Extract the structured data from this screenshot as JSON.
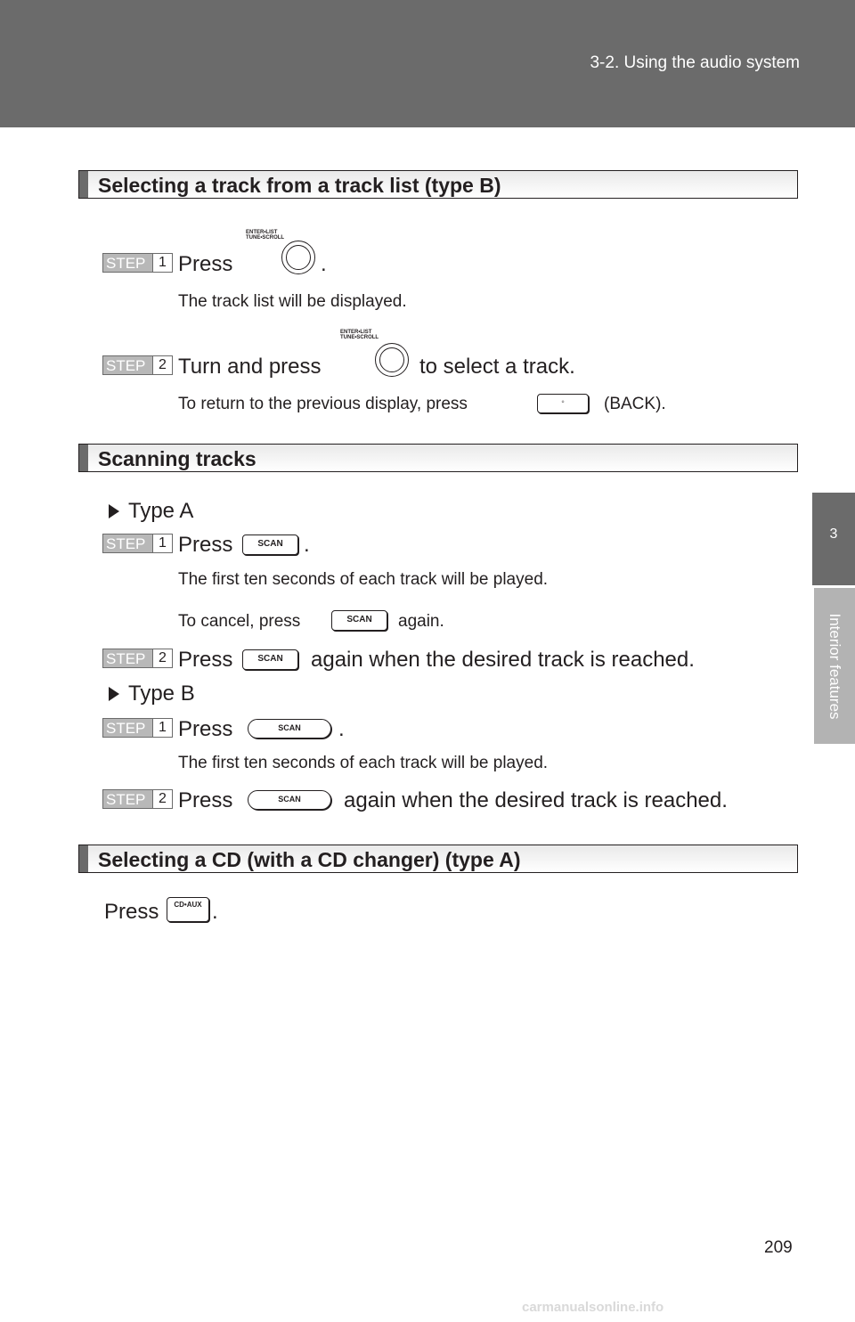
{
  "header": {
    "section": "3-2. Using the audio system"
  },
  "side_tab": {
    "number": "3",
    "label": "Interior features"
  },
  "sections": {
    "track_list": {
      "title": "Selecting a track from a track list (type B)",
      "step1": {
        "label": "STEP",
        "num": "1",
        "press": "Press",
        "dot": ".",
        "note": "The track list will be displayed."
      },
      "step2": {
        "label": "STEP",
        "num": "2",
        "pre": "Turn and press",
        "post": "to select a track.",
        "note_pre": "To return to the previous display, press",
        "note_post": "(BACK)."
      },
      "knob_label_line1": "ENTER•LIST",
      "knob_label_line2": "TUNE•SCROLL"
    },
    "scanning": {
      "title": "Scanning tracks",
      "type_a": "Type A",
      "type_b": "Type B",
      "a_step1": {
        "label": "STEP",
        "num": "1",
        "press": "Press",
        "dot": ".",
        "note1": "The first ten seconds of each track will be played.",
        "note2_pre": "To cancel, press",
        "note2_post": "again."
      },
      "a_step2": {
        "label": "STEP",
        "num": "2",
        "press": "Press",
        "post": "again when the desired track is reached."
      },
      "b_step1": {
        "label": "STEP",
        "num": "1",
        "press": "Press",
        "dot": ".",
        "note": "The first ten seconds of each track will be played."
      },
      "b_step2": {
        "label": "STEP",
        "num": "2",
        "press": "Press",
        "post": "again when the desired track is reached."
      },
      "scan_label": "SCAN"
    },
    "cd_changer": {
      "title": "Selecting a CD (with a CD changer) (type A)",
      "press": "Press",
      "dot": ".",
      "button_label": "CD•AUX"
    }
  },
  "page_number": "209",
  "footer": "carmanualsonline.info"
}
